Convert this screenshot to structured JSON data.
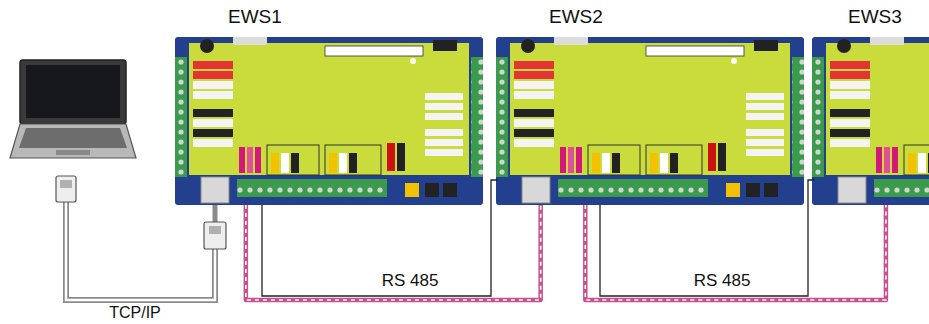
{
  "diagram": {
    "nodes": [
      {
        "text": [
          "EWS1"
        ]
      },
      {
        "text": [
          "EWS2"
        ]
      },
      {
        "text": [
          "EWS3"
        ]
      }
    ],
    "edges": [
      {
        "from": 0,
        "to": 1,
        "arrow": "none",
        "label": "RS 485"
      },
      {
        "from": 1,
        "to": 2,
        "arrow": "none",
        "label": "RS 485"
      }
    ],
    "labels": [
      "TCP/IP"
    ]
  }
}
